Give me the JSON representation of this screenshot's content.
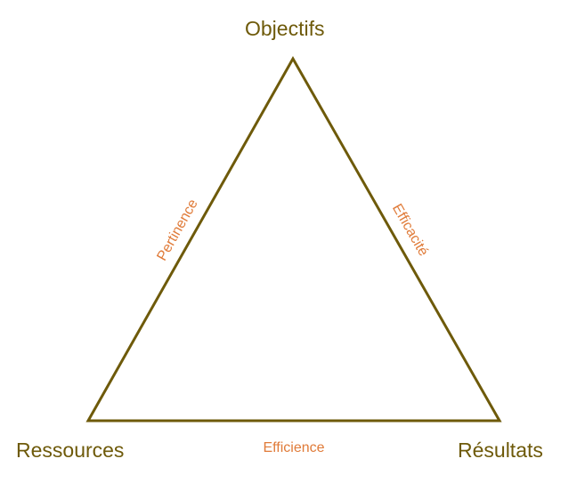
{
  "diagram": {
    "nodes": {
      "top": "Objectifs",
      "bottom_left": "Ressources",
      "bottom_right": "Résultats"
    },
    "edges": {
      "left": "Pertinence",
      "right": "Efficacité",
      "bottom": "Efficience"
    },
    "colors": {
      "triangle_stroke": "#6e5a0a",
      "node_text": "#6e5a0a",
      "edge_text": "#e07b39",
      "background": "#ffffff"
    }
  }
}
